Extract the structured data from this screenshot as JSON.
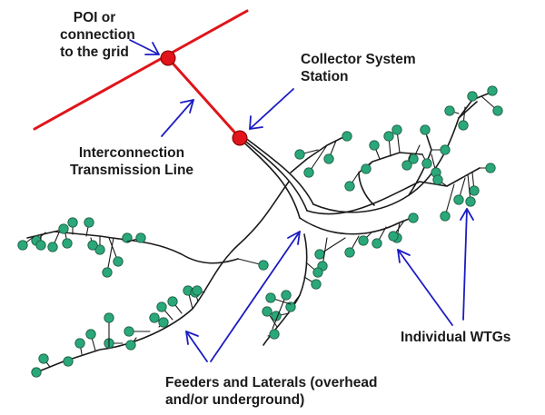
{
  "labels": {
    "poi": [
      "POI or",
      "connection",
      "to the grid"
    ],
    "collector": [
      "Collector System",
      "Station"
    ],
    "interconnection": [
      "Interconnection",
      "Transmission Line"
    ],
    "wtgs": "Individual WTGs",
    "feeders": [
      "Feeders and Laterals (overhead",
      "and/or underground)"
    ]
  },
  "colors": {
    "transmission_line": "#e0141a",
    "node": "#e0141a",
    "arrow": "#1c1cc4",
    "feeder": "#1a1a1a",
    "wtg": "#2aa87a"
  }
}
